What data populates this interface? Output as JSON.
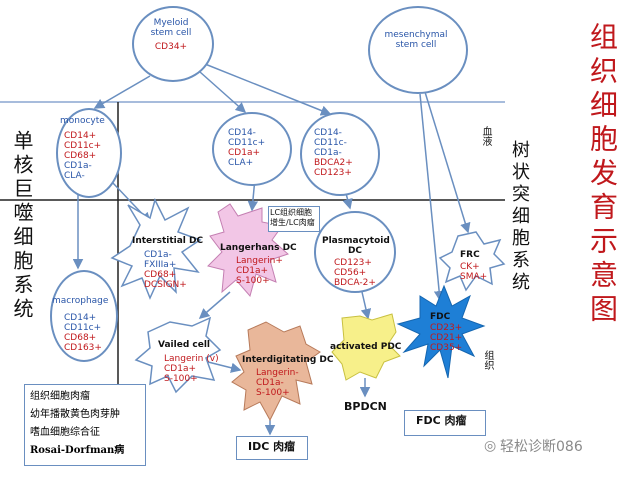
{
  "title_vertical": "组织细胞发育示意图",
  "left_vertical": "单核巨噬细胞系统",
  "right_vertical": "树状突细胞系统",
  "blood_label": "血液",
  "tissue_label": "组织",
  "myeloid": {
    "name": "Myeloid\nstem cell",
    "marker": "CD34+"
  },
  "mesenchymal": {
    "name": "mesenchymal\nstem cell"
  },
  "monocyte": {
    "name": "monocyte",
    "markers": [
      "CD14+",
      "CD11c+",
      "CD68+",
      "CD1a-",
      "CLA-"
    ]
  },
  "blood_dc1": {
    "markers": [
      "CD14-",
      "CD11c+",
      "CD1a+",
      "CLA+"
    ]
  },
  "blood_dc2": {
    "markers": [
      "CD14-",
      "CD11c-",
      "CD1a-",
      "BDCA2+",
      "CD123+"
    ]
  },
  "macrophage": {
    "name": "macrophage",
    "markers": [
      "CD14+",
      "CD11c+",
      "CD68+",
      "CD163+"
    ]
  },
  "interstitial_dc": {
    "name": "Interstitial DC",
    "markers": [
      "CD1a-",
      "FXIIIa+",
      "CD68+",
      "DCSIGN+"
    ]
  },
  "langerhans_dc": {
    "name": "Langerhans DC",
    "markers": [
      "Langerin+",
      "CD1a+",
      "S-100+"
    ]
  },
  "lc_note": "LC组织细胞\n增生/LC肉瘤",
  "plasmacytoid_dc": {
    "name": "Plasmacytoid\nDC",
    "markers": [
      "CD123+",
      "CD56+",
      "BDCA-2+"
    ]
  },
  "frc": {
    "name": "FRC",
    "markers": [
      "CK+",
      "SMA+"
    ]
  },
  "vailed_cell": {
    "name": "Vailed cell",
    "markers": [
      "Langerin (v)",
      "CD1a+",
      "S-100+"
    ]
  },
  "interdigitating_dc": {
    "name": "Interdigitating DC",
    "markers": [
      "Langerin-",
      "CD1a-",
      "S-100+"
    ]
  },
  "activated_pdc": {
    "name": "activated PDC"
  },
  "fdc": {
    "name": "FDC",
    "markers": [
      "CD23+",
      "CD21+",
      "CD35+"
    ]
  },
  "bpdcn": "BPDCN",
  "idc_box": "IDC 肉瘤",
  "fdc_box": "FDC 肉瘤",
  "disease_list": [
    "组织细胞肉瘤",
    "幼年播散黄色肉芽肿",
    "嗜血细胞综合征",
    "Rosai-Dorfman病"
  ],
  "watermark": "轻松诊断086",
  "colors": {
    "blue": "#2a56a8",
    "red": "#c0181c",
    "line": "#6a8fc0",
    "pink": "#f2c6e6",
    "orange": "#e9b79a",
    "yellow": "#f7f08a",
    "fdc_blue": "#1e7fd6"
  }
}
